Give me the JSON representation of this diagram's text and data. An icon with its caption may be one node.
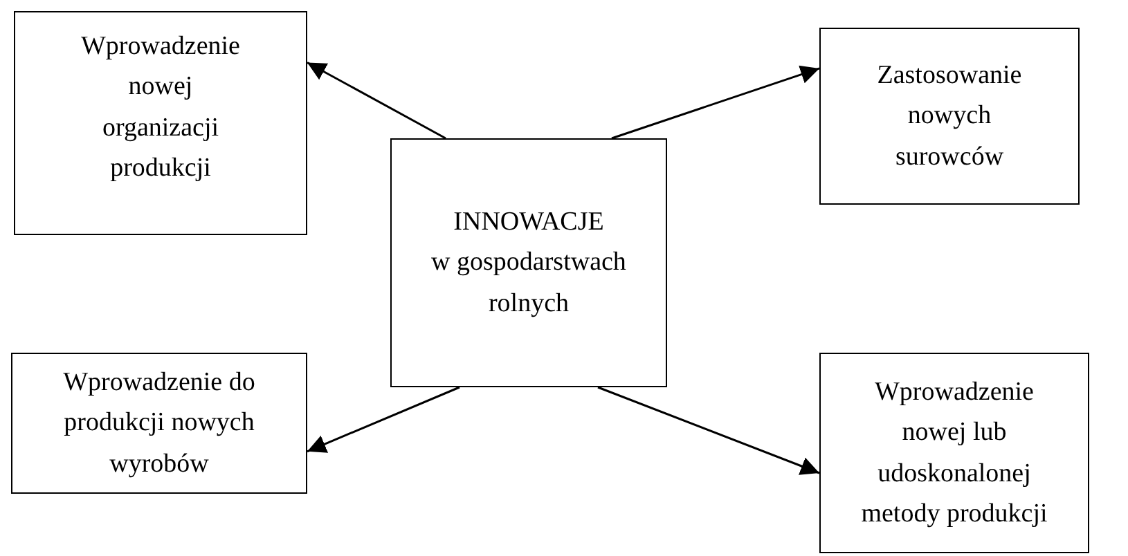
{
  "diagram": {
    "nodes": [
      {
        "text": [
          "INNOWACJE",
          "w gospodarstwach rolnych"
        ]
      },
      {
        "text": [
          "Wprowadzenie nowej organizacji produkcji"
        ]
      },
      {
        "text": [
          "Zastosowanie nowych surowców"
        ]
      },
      {
        "text": [
          "Wprowadzenie do produkcji nowych wyrobów"
        ]
      },
      {
        "text": [
          "Wprowadzenie nowej lub udoskonalonej metody produkcji"
        ]
      }
    ],
    "edges": [
      {
        "from": 0,
        "to": 1,
        "arrow": "to"
      },
      {
        "from": 0,
        "to": 2,
        "arrow": "to"
      },
      {
        "from": 0,
        "to": 3,
        "arrow": "to"
      },
      {
        "from": 0,
        "to": 4,
        "arrow": "to"
      }
    ]
  }
}
